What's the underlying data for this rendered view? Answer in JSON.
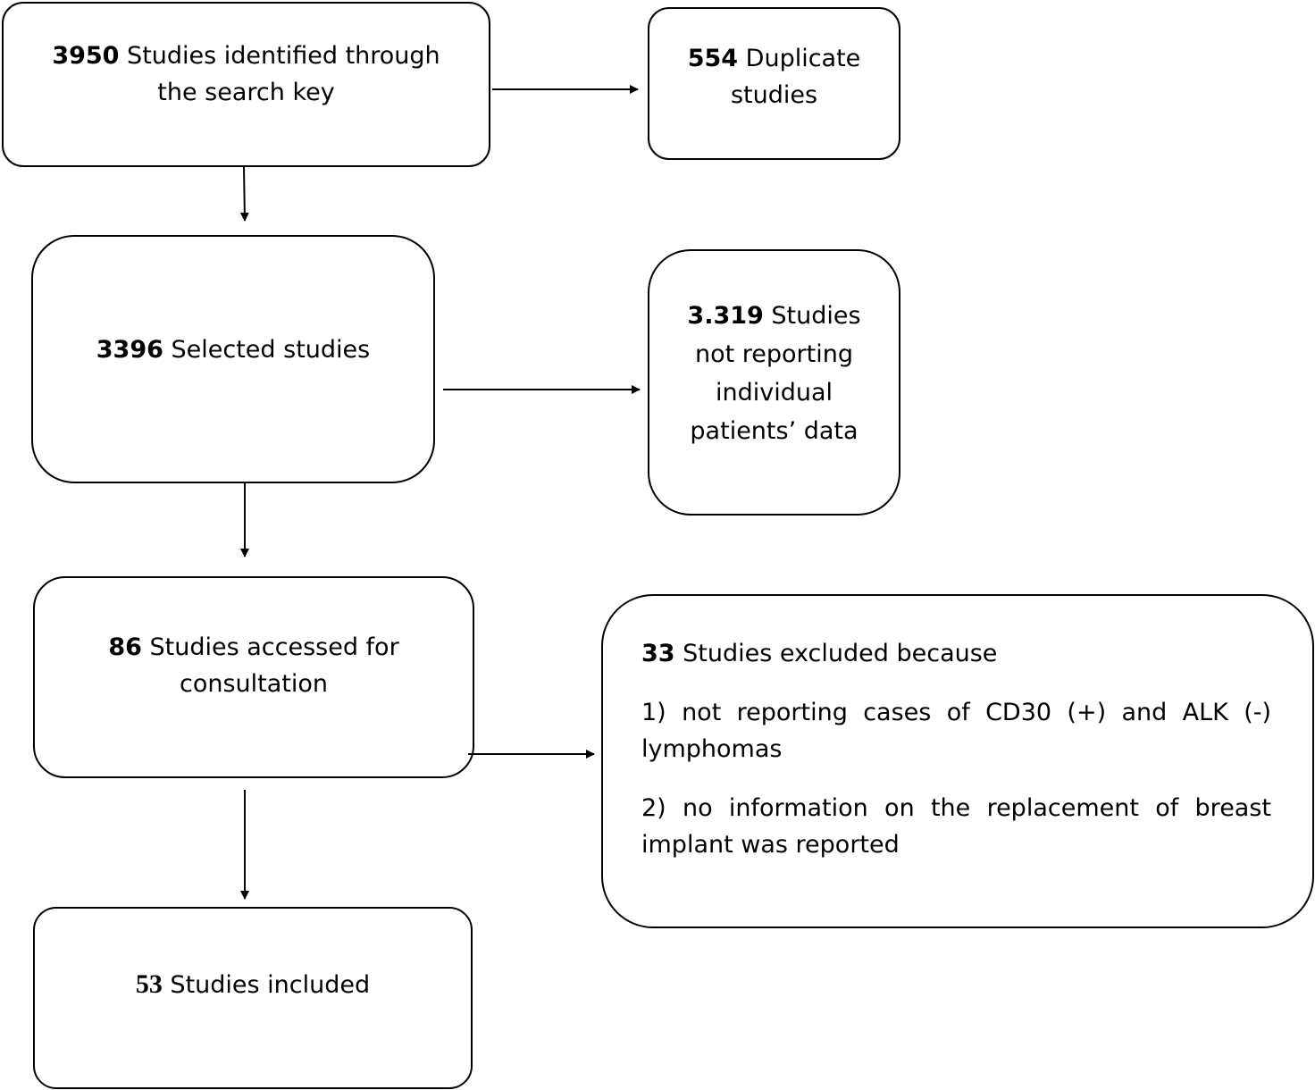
{
  "boxes": {
    "identified": {
      "count": "3950",
      "text": " Studies identified through the search key"
    },
    "duplicates": {
      "count": "554",
      "text": " Duplicate studies"
    },
    "selected": {
      "count": "3396",
      "text": " Selected studies"
    },
    "not_reporting": {
      "count": "3.319",
      "text": " Studies not reporting individual patients’ data"
    },
    "accessed": {
      "count": "86",
      "text": " Studies accessed for consultation"
    },
    "included": {
      "count": "53",
      "text": " Studies included"
    },
    "excluded": {
      "count": "33",
      "text": " Studies excluded because",
      "reasons": [
        "1) not reporting cases of CD30 (+) and ALK (-) lymphomas",
        "2) no information on the replacement of breast implant was reported"
      ]
    }
  }
}
